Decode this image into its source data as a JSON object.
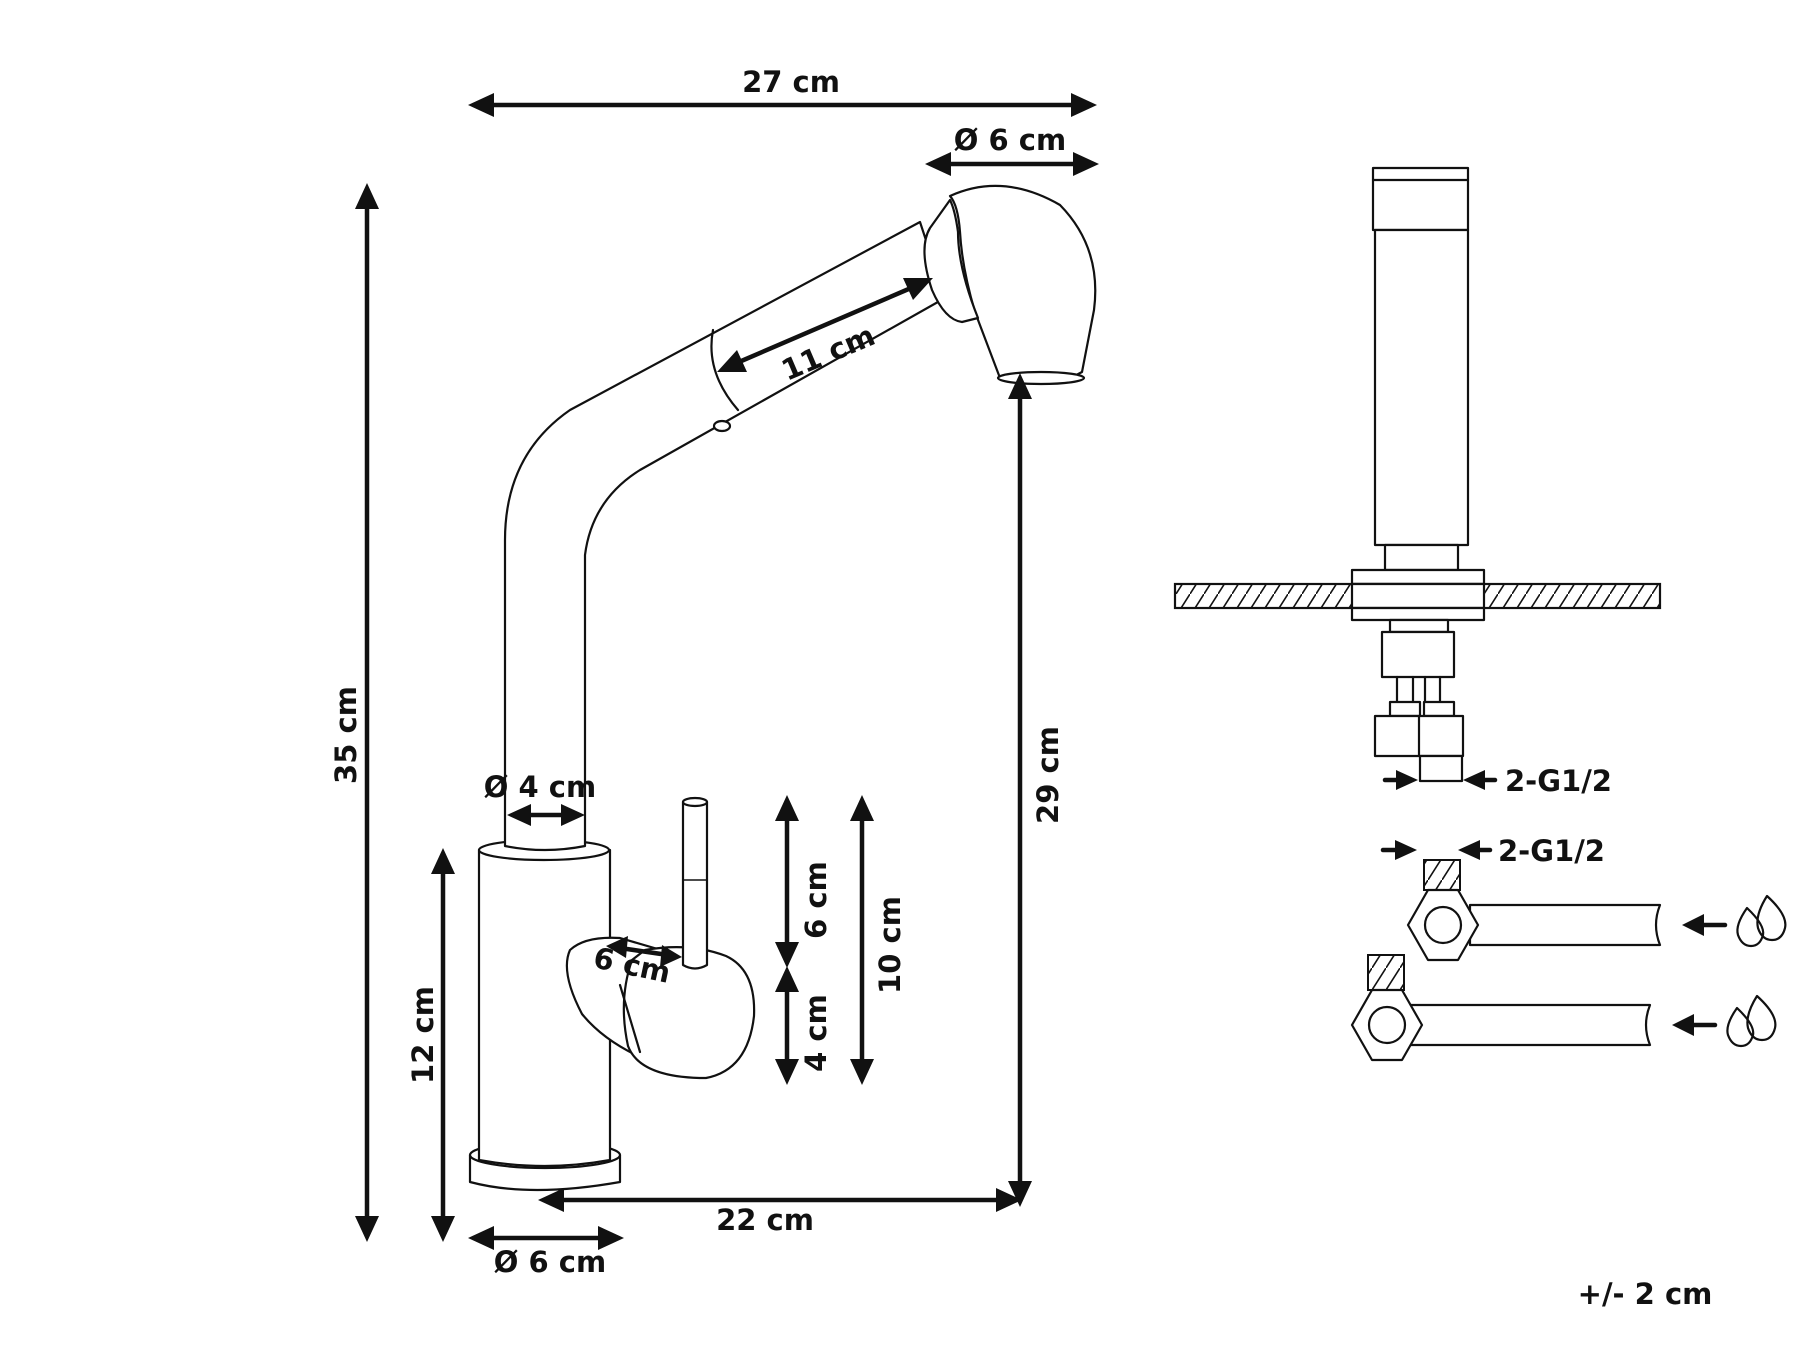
{
  "front_view": {
    "overall_width": "27 cm",
    "spray_head_diameter": "Ø 6 cm",
    "overall_height": "35 cm",
    "pull_out_length": "11 cm",
    "spout_diameter": "Ø 4 cm",
    "spout_height": "29 cm",
    "body_height": "12 cm",
    "handle_length": "6 cm",
    "lever_height": "6 cm",
    "handle_height": "4 cm",
    "lever_total_height": "10 cm",
    "reach": "22 cm",
    "base_diameter": "Ø 6 cm"
  },
  "side_view": {
    "connector_thread": "2-G1/2",
    "hose_thread": "2-G1/2",
    "hot_water_icon": "water-drops-icon",
    "cold_water_icon": "water-drops-icon"
  },
  "tolerance": "+/- 2 cm",
  "colors": {
    "ink": "#111111",
    "background": "#ffffff"
  }
}
